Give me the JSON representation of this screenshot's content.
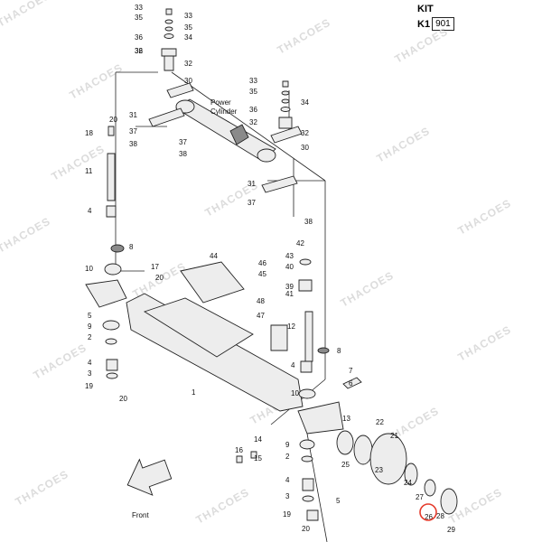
{
  "kit": {
    "title": "KIT",
    "label": "K1",
    "value": "901"
  },
  "labels": {
    "power_cylinder_line1": "Power",
    "power_cylinder_line2": "Cylinder",
    "front": "Front"
  },
  "watermark": "THACOES",
  "highlight_color": "#e53b2c",
  "callouts": [
    {
      "id": "c33a",
      "text": "33"
    },
    {
      "id": "c33b",
      "text": "33"
    },
    {
      "id": "c35a",
      "text": "35"
    },
    {
      "id": "c35b",
      "text": "35"
    },
    {
      "id": "c34a",
      "text": "34"
    },
    {
      "id": "c36a",
      "text": "36"
    },
    {
      "id": "c36b",
      "text": "36"
    },
    {
      "id": "c32a",
      "text": "32"
    },
    {
      "id": "c32b",
      "text": "32"
    },
    {
      "id": "c30a",
      "text": "30"
    },
    {
      "id": "c33c",
      "text": "33"
    },
    {
      "id": "c35c",
      "text": "35"
    },
    {
      "id": "c34b",
      "text": "34"
    },
    {
      "id": "c36c",
      "text": "36"
    },
    {
      "id": "c32c",
      "text": "32"
    },
    {
      "id": "c32d",
      "text": "32"
    },
    {
      "id": "c30b",
      "text": "30"
    },
    {
      "id": "c31a",
      "text": "31"
    },
    {
      "id": "c37a",
      "text": "37"
    },
    {
      "id": "c38a",
      "text": "38"
    },
    {
      "id": "c37b",
      "text": "37"
    },
    {
      "id": "c38b",
      "text": "38"
    },
    {
      "id": "c20a",
      "text": "20"
    },
    {
      "id": "c18",
      "text": "18"
    },
    {
      "id": "c11",
      "text": "11"
    },
    {
      "id": "c4a",
      "text": "4"
    },
    {
      "id": "c8a",
      "text": "8"
    },
    {
      "id": "c10a",
      "text": "10"
    },
    {
      "id": "c17",
      "text": "17"
    },
    {
      "id": "c20b",
      "text": "20"
    },
    {
      "id": "c44",
      "text": "44"
    },
    {
      "id": "c46",
      "text": "46"
    },
    {
      "id": "c45",
      "text": "45"
    },
    {
      "id": "c5a",
      "text": "5"
    },
    {
      "id": "c9a",
      "text": "9"
    },
    {
      "id": "c2a",
      "text": "2"
    },
    {
      "id": "c4b",
      "text": "4"
    },
    {
      "id": "c3a",
      "text": "3"
    },
    {
      "id": "c19a",
      "text": "19"
    },
    {
      "id": "c20c",
      "text": "20"
    },
    {
      "id": "c1",
      "text": "1"
    },
    {
      "id": "c31b",
      "text": "31"
    },
    {
      "id": "c37c",
      "text": "37"
    },
    {
      "id": "c38c",
      "text": "38"
    },
    {
      "id": "c42",
      "text": "42"
    },
    {
      "id": "c43",
      "text": "43"
    },
    {
      "id": "c40",
      "text": "40"
    },
    {
      "id": "c39",
      "text": "39"
    },
    {
      "id": "c41",
      "text": "41"
    },
    {
      "id": "c48",
      "text": "48"
    },
    {
      "id": "c47",
      "text": "47"
    },
    {
      "id": "c12",
      "text": "12"
    },
    {
      "id": "c8b",
      "text": "8"
    },
    {
      "id": "c4c",
      "text": "4"
    },
    {
      "id": "c7",
      "text": "7"
    },
    {
      "id": "c6",
      "text": "6"
    },
    {
      "id": "c10b",
      "text": "10"
    },
    {
      "id": "c13",
      "text": "13"
    },
    {
      "id": "c14",
      "text": "14"
    },
    {
      "id": "c16",
      "text": "16"
    },
    {
      "id": "c15",
      "text": "15"
    },
    {
      "id": "c9b",
      "text": "9"
    },
    {
      "id": "c2b",
      "text": "2"
    },
    {
      "id": "c4d",
      "text": "4"
    },
    {
      "id": "c3b",
      "text": "3"
    },
    {
      "id": "c5b",
      "text": "5"
    },
    {
      "id": "c19b",
      "text": "19"
    },
    {
      "id": "c20d",
      "text": "20"
    },
    {
      "id": "c21",
      "text": "21"
    },
    {
      "id": "c22",
      "text": "22"
    },
    {
      "id": "c23",
      "text": "23"
    },
    {
      "id": "c25",
      "text": "25"
    },
    {
      "id": "c24",
      "text": "24"
    },
    {
      "id": "c27",
      "text": "27"
    },
    {
      "id": "c26",
      "text": "26"
    },
    {
      "id": "c28",
      "text": "28"
    },
    {
      "id": "c29",
      "text": "29"
    }
  ]
}
